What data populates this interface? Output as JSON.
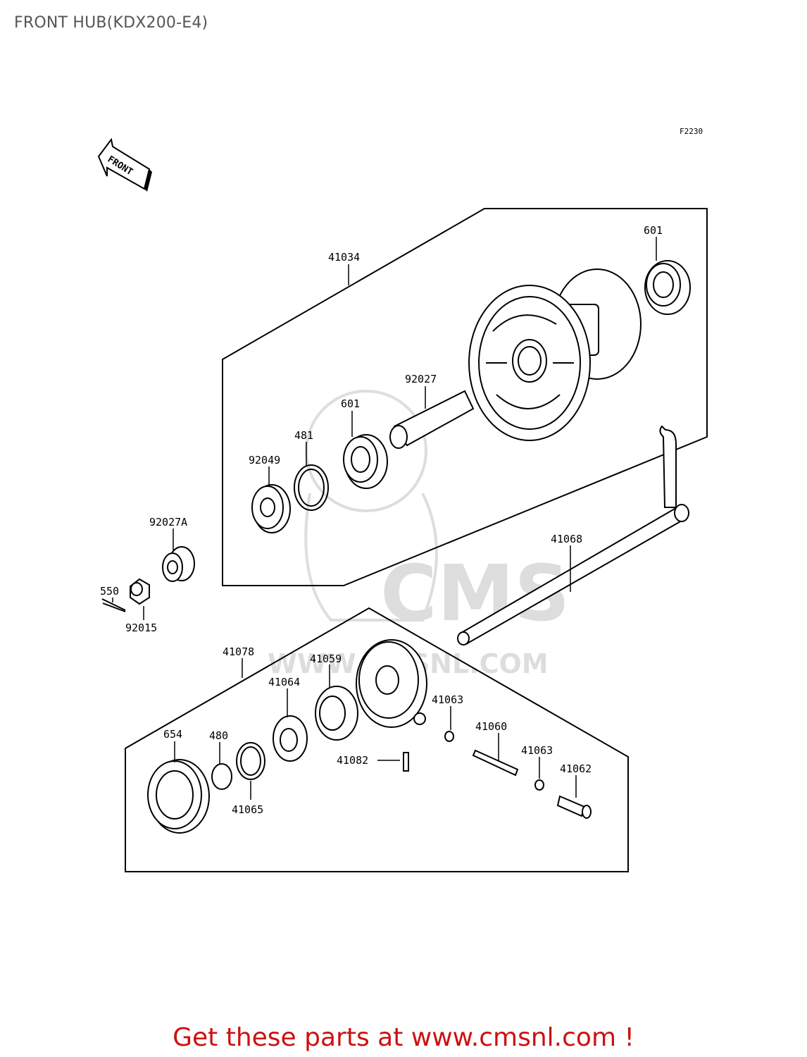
{
  "title": "FRONT HUB(KDX200-E4)",
  "figure_code": "F2230",
  "front_arrow_label": "FRONT",
  "watermark": "CMS",
  "watermark_url": "WWW.CMSNL.COM",
  "footer_text": "Get these parts at www.cmsnl.com !",
  "parts": {
    "p41034": "41034",
    "p601a": "601",
    "p601b": "601",
    "p92027": "92027",
    "p481": "481",
    "p92049": "92049",
    "p92027A": "92027A",
    "p550": "550",
    "p92015": "92015",
    "p41068": "41068",
    "p41078": "41078",
    "p41059": "41059",
    "p41064": "41064",
    "p41063a": "41063",
    "p41063b": "41063",
    "p41060": "41060",
    "p41082": "41082",
    "p41062": "41062",
    "p654": "654",
    "p480": "480",
    "p41065": "41065"
  }
}
